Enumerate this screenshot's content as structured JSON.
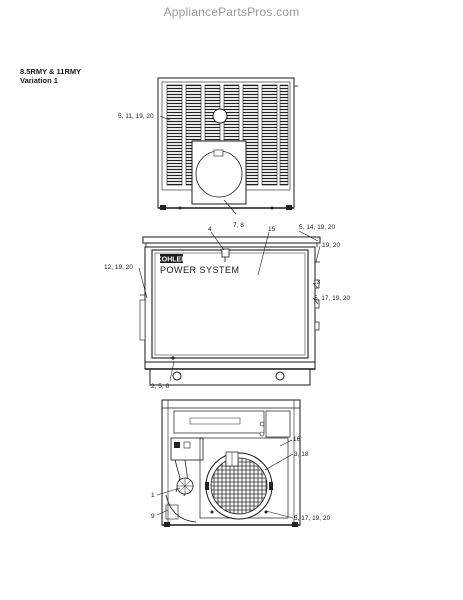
{
  "watermark": "AppliancePartsPros.com",
  "title": {
    "model": "8.5RMY & 11RMY",
    "variation": "Variation 1"
  },
  "panel_brand": {
    "line1": "KOHLER",
    "line2": "POWER SYSTEM"
  },
  "callouts": [
    "5, 11, 19, 20",
    "7, 8",
    "4",
    "15",
    "5, 14, 19, 20",
    "19, 20",
    "12, 19, 20",
    "13",
    "5, 17, 19, 20",
    "2, 5, 6",
    "16",
    "3, 18",
    "1",
    "9",
    "5, 17, 19, 20"
  ]
}
